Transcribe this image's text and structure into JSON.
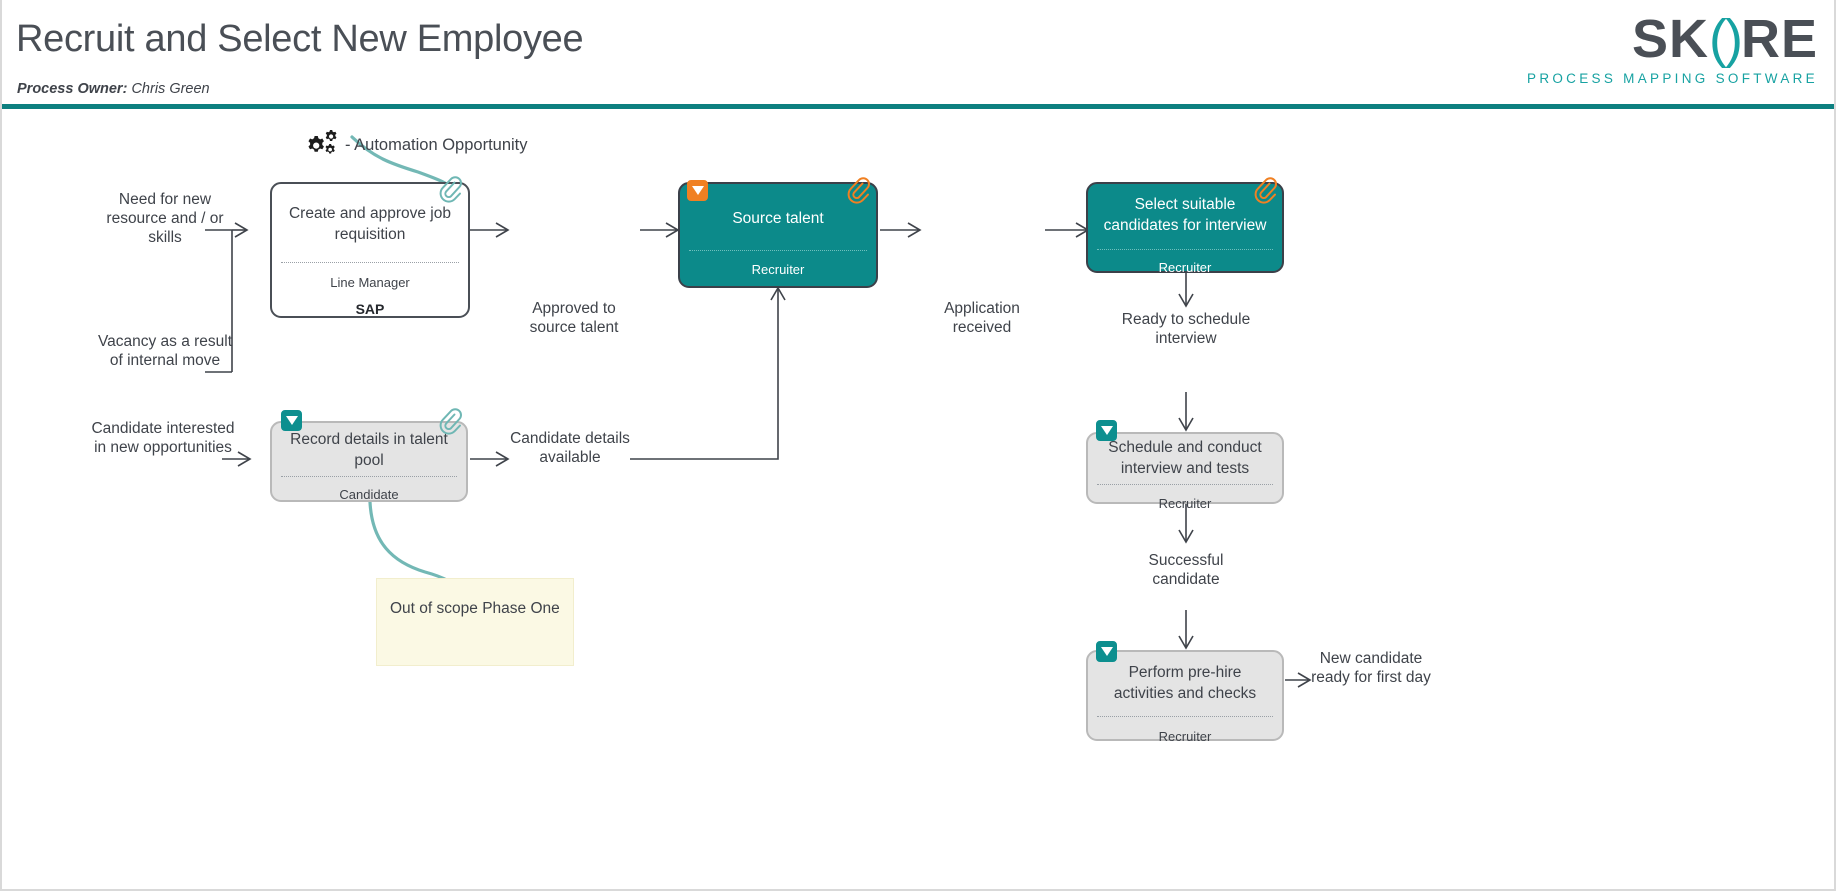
{
  "header": {
    "title": "Recruit and Select New Employee",
    "owner_label": "Process Owner:",
    "owner_name": "Chris Green",
    "logo": {
      "text_left": "SK",
      "text_paren": "()",
      "text_right": "RE",
      "tagline": "PROCESS MAPPING SOFTWARE"
    },
    "rule_color": "#0d8080"
  },
  "legend": {
    "icon": "gears-icon",
    "text": "- Automation Opportunity"
  },
  "colors": {
    "teal_fill": "#0c8a8a",
    "teal_accent": "#17a2a2",
    "orange_badge": "#f08022",
    "grey_fill": "#e4e4e4",
    "note_fill": "#fbf9e4",
    "outline": "#4a4f56"
  },
  "activities": [
    {
      "id": "create-approve-job-requisition",
      "title": "Create and approve job requisition",
      "role": "Line Manager",
      "system": "SAP",
      "style": "white",
      "badges": [
        "paperclip-icon"
      ]
    },
    {
      "id": "source-talent",
      "title": "Source talent",
      "role": "Recruiter",
      "system": "",
      "style": "teal",
      "badges": [
        "expand-badge-orange",
        "paperclip-icon"
      ]
    },
    {
      "id": "select-suitable-candidates-for-interview",
      "title": "Select suitable candidates for interview",
      "role": "Recruiter",
      "system": "",
      "style": "teal",
      "badges": [
        "paperclip-icon"
      ]
    },
    {
      "id": "record-details-in-talent-pool",
      "title": "Record details in talent pool",
      "role": "Candidate",
      "system": "",
      "style": "grey",
      "badges": [
        "expand-badge-teal",
        "paperclip-icon"
      ]
    },
    {
      "id": "schedule-and-conduct-interview-and-tests",
      "title": "Schedule and conduct interview and tests",
      "role": "Recruiter",
      "system": "",
      "style": "grey",
      "badges": [
        "expand-badge-teal"
      ]
    },
    {
      "id": "perform-pre-hire-activities-and-checks",
      "title": "Perform pre-hire activities and checks",
      "role": "Recruiter",
      "system": "",
      "style": "grey",
      "badges": [
        "expand-badge-teal"
      ]
    }
  ],
  "flow_labels": [
    {
      "id": "need-for-new-resource",
      "text": "Need for new resource and / or skills"
    },
    {
      "id": "vacancy-internal-move",
      "text": "Vacancy as a result of internal move"
    },
    {
      "id": "approved-to-source-talent",
      "text": "Approved to source talent"
    },
    {
      "id": "application-received",
      "text": "Application received"
    },
    {
      "id": "ready-to-schedule-interview",
      "text": "Ready to schedule interview"
    },
    {
      "id": "candidate-interested",
      "text": "Candidate interested in new opportunities"
    },
    {
      "id": "candidate-details-available",
      "text": "Candidate details available"
    },
    {
      "id": "successful-candidate",
      "text": "Successful candidate"
    },
    {
      "id": "new-candidate-ready",
      "text": "New candidate ready for first day"
    }
  ],
  "note": {
    "text": "Out of scope Phase One"
  }
}
